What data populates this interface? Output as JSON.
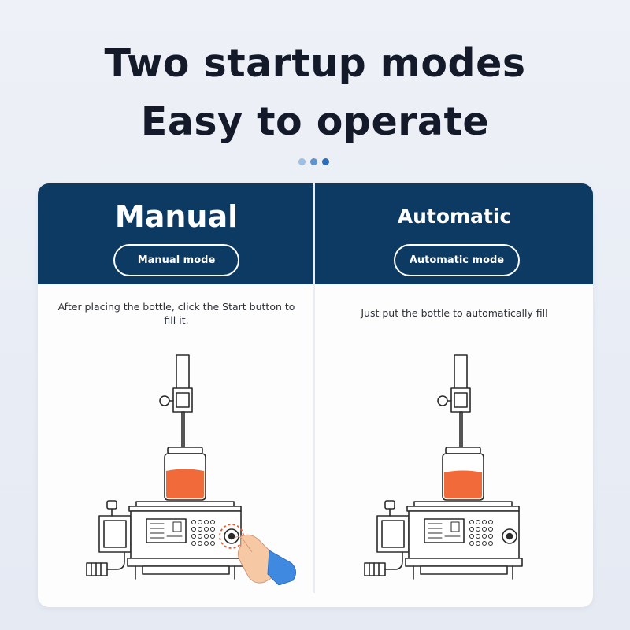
{
  "headline": {
    "line1": "Two startup modes",
    "line2": "Easy to operate"
  },
  "carousel": {
    "dots": [
      "#9dbfe3",
      "#5f95cf",
      "#2a6fb8"
    ]
  },
  "colors": {
    "header_bg": "#0c3a63",
    "liquid": "#f06a3a",
    "hand_cuff": "#3f8ae0",
    "hand_skin": "#f6c9a4"
  },
  "modes": {
    "manual": {
      "title": "Manual",
      "button": "Manual mode",
      "description": "After placing the bottle, click the Start button to fill it.",
      "illustration": "filling-machine-with-hand-pressing-start"
    },
    "automatic": {
      "title": "Automatic",
      "button": "Automatic mode",
      "description": "Just put the bottle to automatically fill",
      "illustration": "filling-machine"
    }
  }
}
